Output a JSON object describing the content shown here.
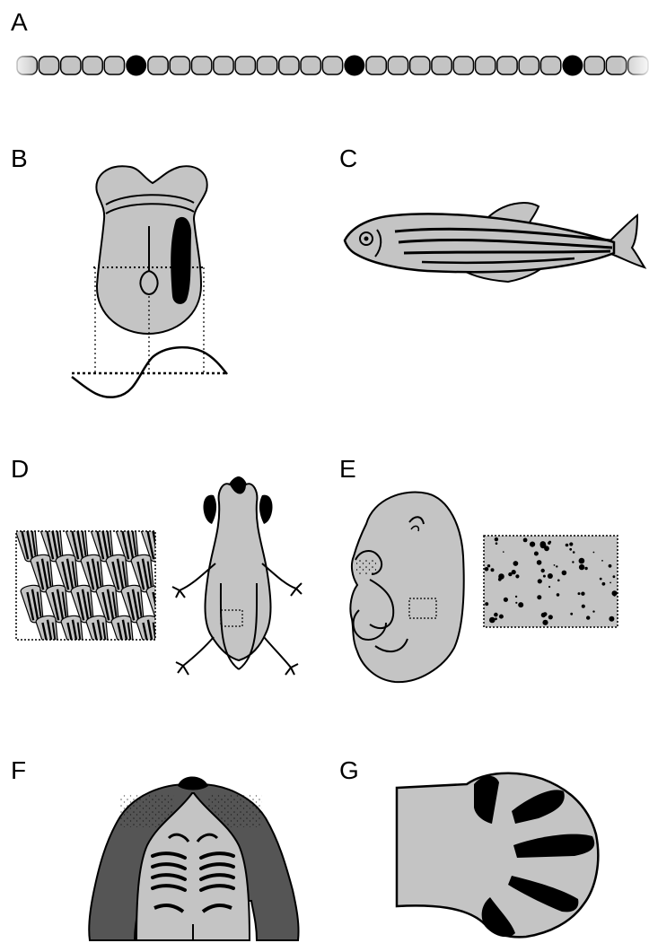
{
  "panels": {
    "a": "A",
    "b": "B",
    "c": "C",
    "d": "D",
    "e": "E",
    "f": "F",
    "g": "G"
  },
  "colors": {
    "light_gray": "#c4c4c4",
    "dark_gray": "#555555",
    "black": "#000000",
    "white": "#ffffff"
  },
  "somite_chain": {
    "total_cells": 29,
    "dark_cell_positions": [
      5,
      15,
      25
    ]
  }
}
